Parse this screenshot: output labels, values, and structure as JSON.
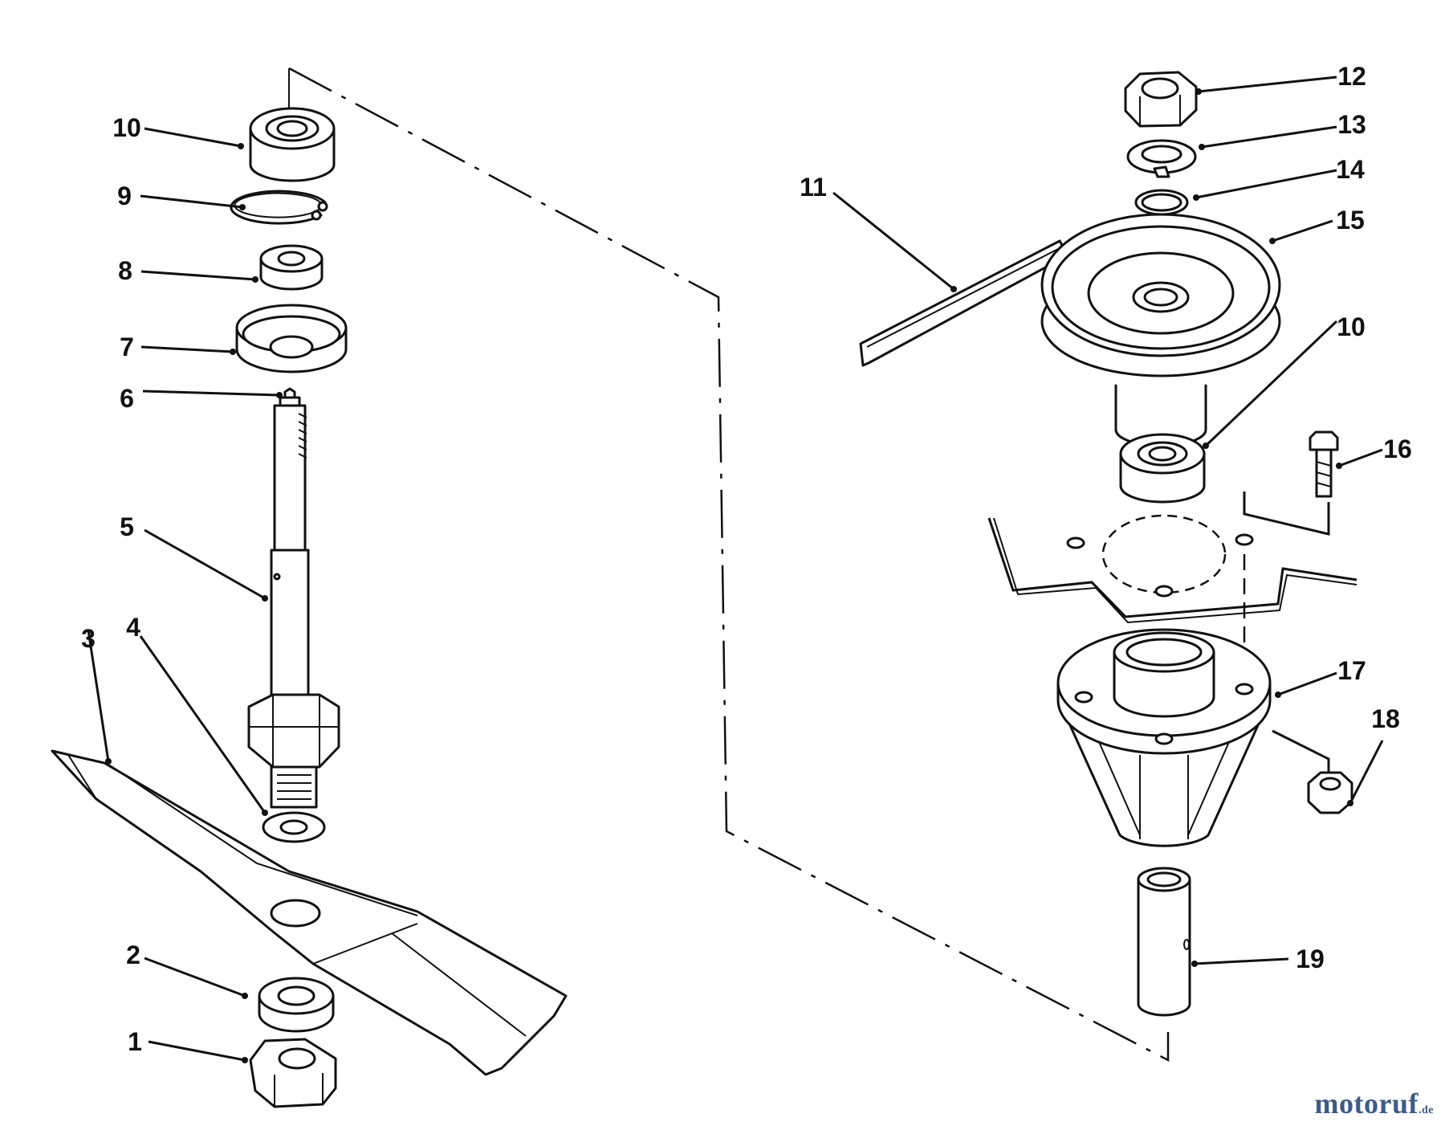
{
  "callouts": [
    {
      "number": "1",
      "part": "blade nut"
    },
    {
      "number": "2",
      "part": "spacer"
    },
    {
      "number": "3",
      "part": "blade"
    },
    {
      "number": "4",
      "part": "washer"
    },
    {
      "number": "5",
      "part": "spindle shaft"
    },
    {
      "number": "6",
      "part": "grease fitting"
    },
    {
      "number": "7",
      "part": "seal cup"
    },
    {
      "number": "8",
      "part": "spacer"
    },
    {
      "number": "9",
      "part": "retaining ring"
    },
    {
      "number": "10",
      "part": "bearing (upper left)"
    },
    {
      "number": "11",
      "part": "key"
    },
    {
      "number": "12",
      "part": "hex nut"
    },
    {
      "number": "13",
      "part": "lock washer"
    },
    {
      "number": "14",
      "part": "washer"
    },
    {
      "number": "15",
      "part": "pulley"
    },
    {
      "number": "10",
      "part": "bearing (right)"
    },
    {
      "number": "16",
      "part": "bolt"
    },
    {
      "number": "17",
      "part": "spindle housing"
    },
    {
      "number": "18",
      "part": "nut"
    },
    {
      "number": "19",
      "part": "spacer tube"
    }
  ],
  "watermark": {
    "main": "motoruf",
    "accent": "",
    "suffix": ".de"
  }
}
